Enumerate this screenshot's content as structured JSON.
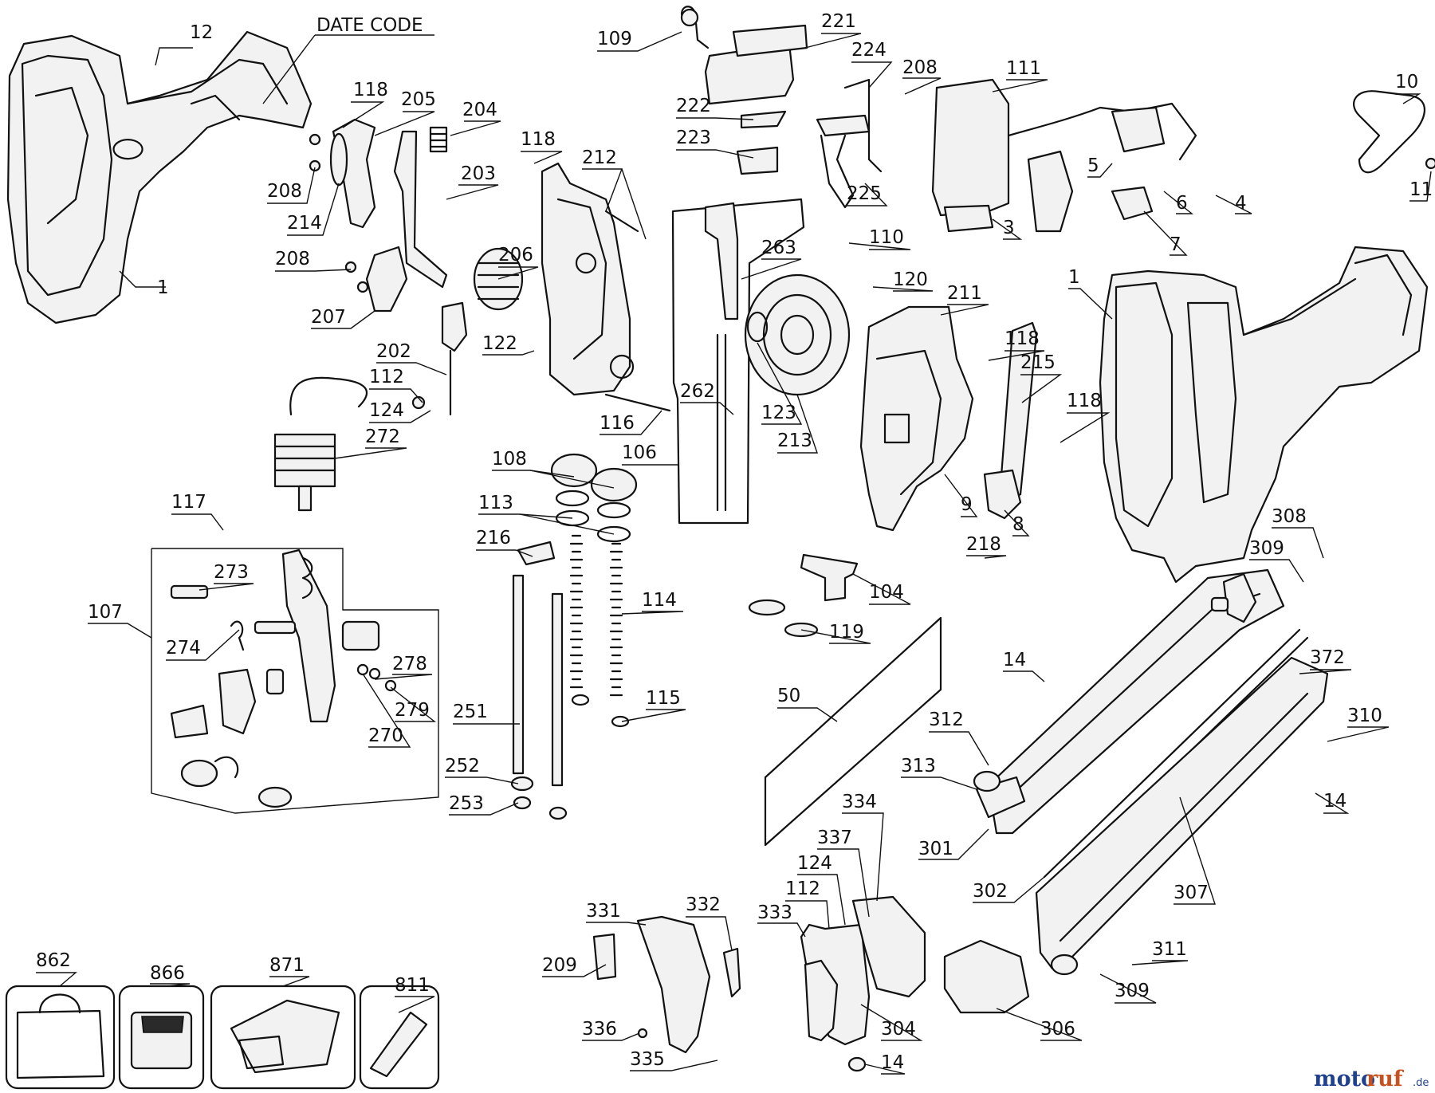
{
  "date_code_label": "DATE CODE",
  "callouts": {
    "c12": "12",
    "c1a": "1",
    "c118a": "118",
    "c205": "205",
    "c204": "204",
    "c208a": "208",
    "c214": "214",
    "c203": "203",
    "c208b": "208",
    "c207": "207",
    "c109": "109",
    "c221": "221",
    "c224": "224",
    "c208c": "208",
    "c222": "222",
    "c223": "223",
    "c225": "225",
    "c111": "111",
    "c10": "10",
    "c5": "5",
    "c11": "11",
    "c6": "6",
    "c4": "4",
    "c3": "3",
    "c7": "7",
    "c118b": "118",
    "c212": "212",
    "c206": "206",
    "c122": "122",
    "c263": "263",
    "c110": "110",
    "c120": "120",
    "c211": "211",
    "c118c": "118",
    "c215": "215",
    "c118d": "118",
    "c1b": "1",
    "c202": "202",
    "c112a": "112",
    "c124a": "124",
    "c272": "272",
    "c262": "262",
    "c116": "116",
    "c123": "123",
    "c213": "213",
    "c106": "106",
    "c108": "108",
    "c113": "113",
    "c9": "9",
    "c8": "8",
    "c218": "218",
    "c117": "117",
    "c216": "216",
    "c104": "104",
    "c308": "308",
    "c309a": "309",
    "c119": "119",
    "c273": "273",
    "c107": "107",
    "c274": "274",
    "c278": "278",
    "c279": "279",
    "c270": "270",
    "c114": "114",
    "c14a": "14",
    "c372": "372",
    "c50": "50",
    "c115": "115",
    "c251": "251",
    "c312": "312",
    "c310": "310",
    "c252": "252",
    "c313": "313",
    "c14b": "14",
    "c253": "253",
    "c301": "301",
    "c334": "334",
    "c337": "337",
    "c124b": "124",
    "c302": "302",
    "c307": "307",
    "c331": "331",
    "c332": "332",
    "c112b": "112",
    "c333": "333",
    "c862": "862",
    "c866": "866",
    "c871": "871",
    "c811": "811",
    "c209": "209",
    "c311": "311",
    "c309b": "309",
    "c336": "336",
    "c304": "304",
    "c306": "306",
    "c335": "335",
    "c14c": "14"
  },
  "watermark": {
    "brand_a": "moto",
    "brand_b": "ruf",
    "suffix": ".de"
  }
}
